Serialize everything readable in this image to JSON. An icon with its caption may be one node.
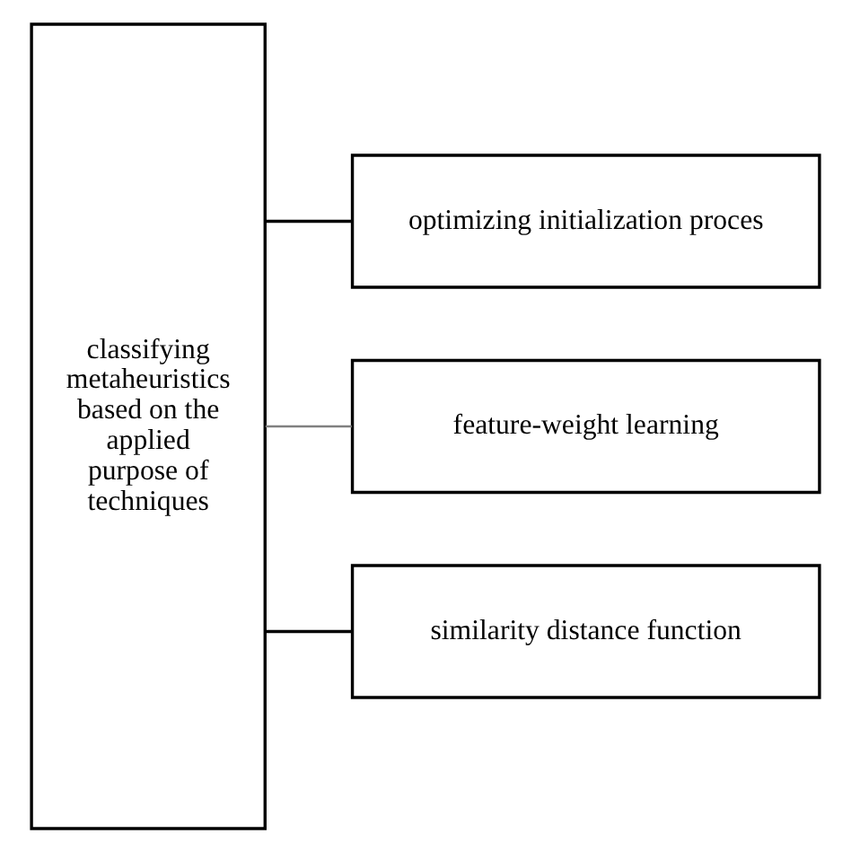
{
  "diagram": {
    "nodes": [
      {
        "text": [
          "classifying metaheuristics based on the applied purpose of techniques"
        ]
      },
      {
        "text": [
          "optimizing initialization proces"
        ]
      },
      {
        "text": [
          "feature-weight learning"
        ]
      },
      {
        "text": [
          "similarity distance function"
        ]
      }
    ],
    "edges": [
      {
        "from": 0,
        "to": 1,
        "arrow": "none"
      },
      {
        "from": 0,
        "to": 2,
        "arrow": "none",
        "color": "#808080"
      },
      {
        "from": 0,
        "to": 3,
        "arrow": "none"
      }
    ]
  }
}
